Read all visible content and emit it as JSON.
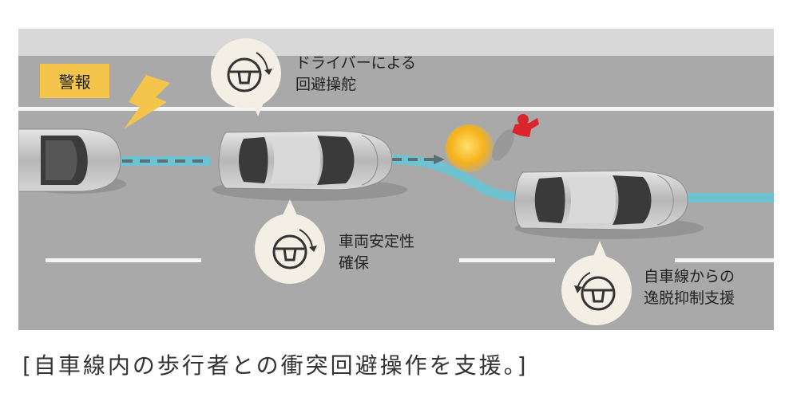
{
  "warning": {
    "label": "警報"
  },
  "callouts": {
    "driver_steering": {
      "line1": "ドライバーによる",
      "line2": "回避操舵"
    },
    "stability": {
      "line1": "車両安定性",
      "line2": "確保"
    },
    "lane_departure": {
      "line1": "自車線からの",
      "line2": "逸脱抑制支援"
    }
  },
  "caption": "[自車線内の歩行者との衝突回避操作を支援。]",
  "colors": {
    "road": "#a9a9a9",
    "road_top": "#d8d8d8",
    "lane_line": "#f4f4f4",
    "path": "#6fc3d0",
    "warning_bg": "#f5c44a",
    "pedestrian": "#d8262c",
    "sun": "#f5b31a",
    "callout_bg": "#f3efe4"
  },
  "icons": [
    "steering-wheel-icon",
    "lightning-icon",
    "pedestrian-icon",
    "sun-icon",
    "rotate-arrow-icon"
  ]
}
